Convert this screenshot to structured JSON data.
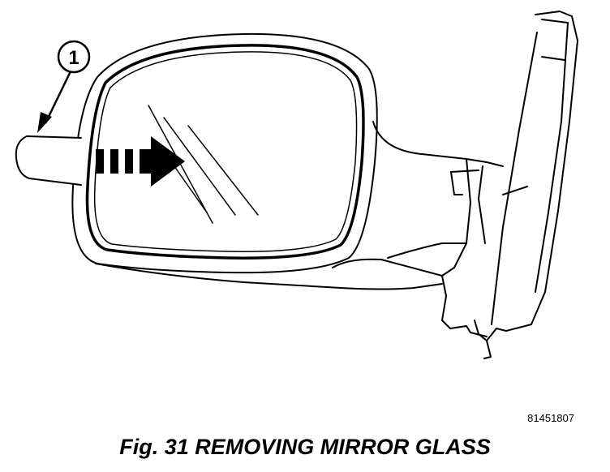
{
  "callouts": [
    {
      "label": "1",
      "icon": "callout-circle-icon"
    }
  ],
  "drawing_id": "81451807",
  "caption": "Fig. 31 REMOVING MIRROR GLASS",
  "colors": {
    "line": "#000000",
    "background": "#ffffff"
  },
  "icons": {
    "push_direction": "arrow-right-dashed-icon",
    "glass_reflection": "reflection-lines-icon"
  }
}
